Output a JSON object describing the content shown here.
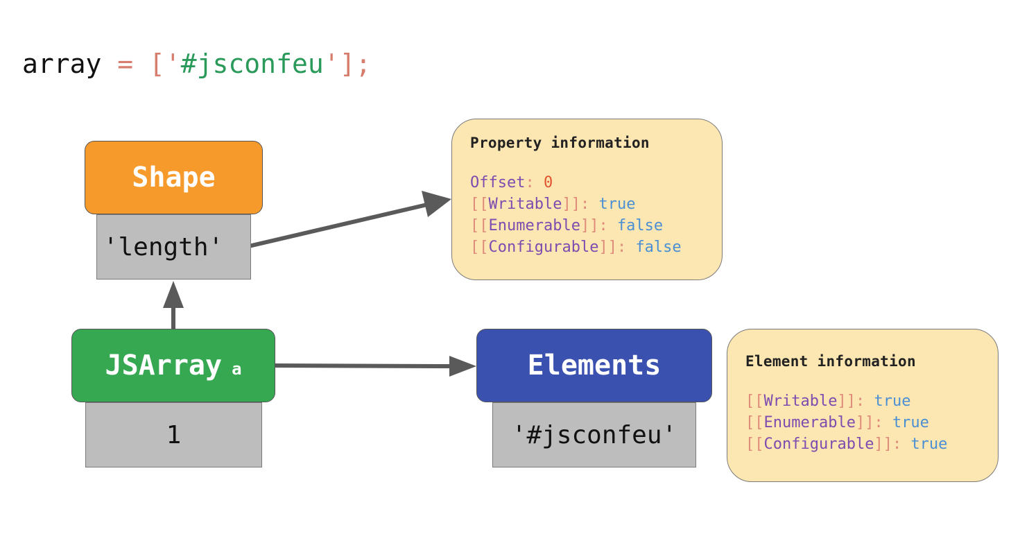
{
  "code": {
    "variable": "array",
    "equals": " = ",
    "open": "['",
    "string": "#jsconfeu",
    "close": "'];"
  },
  "shape": {
    "title": "Shape",
    "key": "'length'"
  },
  "jsarray": {
    "title": "JSArray",
    "name": "a",
    "value": "1"
  },
  "elements": {
    "title": "Elements",
    "value": "'#jsconfeu'"
  },
  "property_info": {
    "title": "Property information",
    "offset_label": "Offset",
    "offset_value": "0",
    "writable_label": "Writable",
    "writable_value": "true",
    "enumerable_label": "Enumerable",
    "enumerable_value": "false",
    "configurable_label": "Configurable",
    "configurable_value": "false"
  },
  "element_info": {
    "title": "Element information",
    "writable_label": "Writable",
    "writable_value": "true",
    "enumerable_label": "Enumerable",
    "enumerable_value": "true",
    "configurable_label": "Configurable",
    "configurable_value": "true"
  },
  "colors": {
    "shape": "#f59a2b",
    "jsarray": "#36a852",
    "elements": "#3b51b0",
    "cell": "#bdbdbd",
    "info": "#fce6b1",
    "arrow": "#5a5a5a"
  }
}
